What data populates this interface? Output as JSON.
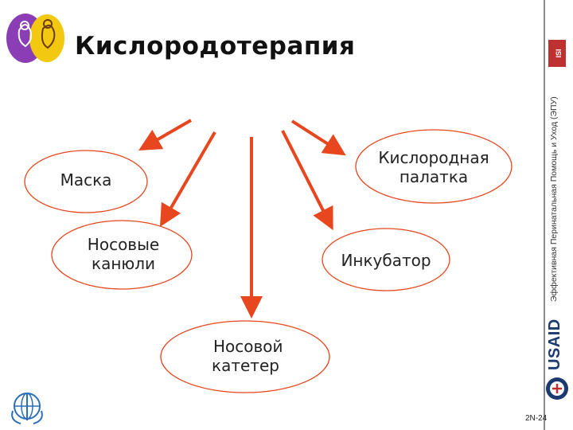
{
  "slide": {
    "title": "Кислородотерапия",
    "side_label": "Эффективная Перинатальная Помощь и Уход (ЭПУ)",
    "side_box_text": "ISI",
    "usaid": "USAID",
    "slide_number": "2N-24"
  },
  "nodes": [
    {
      "id": "maska",
      "label": "Маска"
    },
    {
      "id": "palatka",
      "label": "Кислородная палатка",
      "lines": [
        "Кислородная",
        "палатка"
      ]
    },
    {
      "id": "kanyuli",
      "label": "Носовые канюли",
      "lines": [
        "Носовые",
        "канюли"
      ]
    },
    {
      "id": "inkubator",
      "label": "Инкубатор"
    },
    {
      "id": "kateter",
      "label": "Носовой катетер",
      "lines": [
        "Носовой",
        "катетер"
      ]
    }
  ],
  "colors": {
    "arrow": "#e8461e",
    "node_border": "#e8461e",
    "logo_purple": "#8a3db5",
    "logo_yellow": "#f2c811",
    "usaid_blue": "#1a3a70"
  },
  "icons": [
    "family-logo-icon",
    "isi-logo-icon",
    "usaid-seal-icon",
    "who-emblem-icon"
  ]
}
